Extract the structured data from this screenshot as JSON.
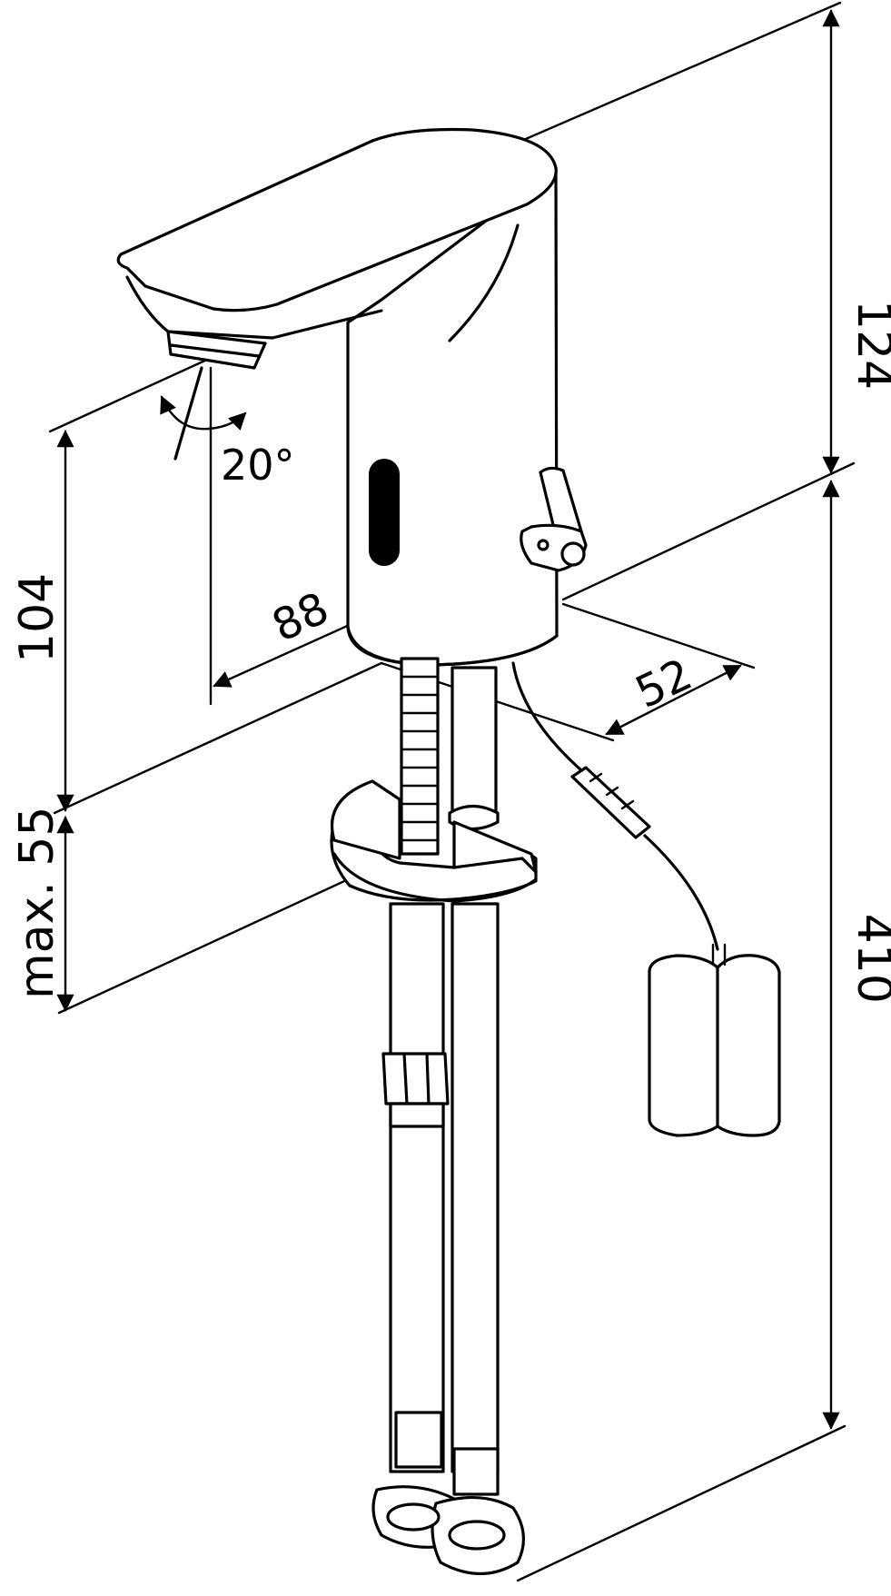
{
  "dimensions": {
    "height_upper": "124",
    "height_total": "410",
    "spout_height": "104",
    "deck_thickness": "max. 55",
    "spout_reach": "88",
    "body_depth": "52",
    "swivel_angle": "20°"
  }
}
